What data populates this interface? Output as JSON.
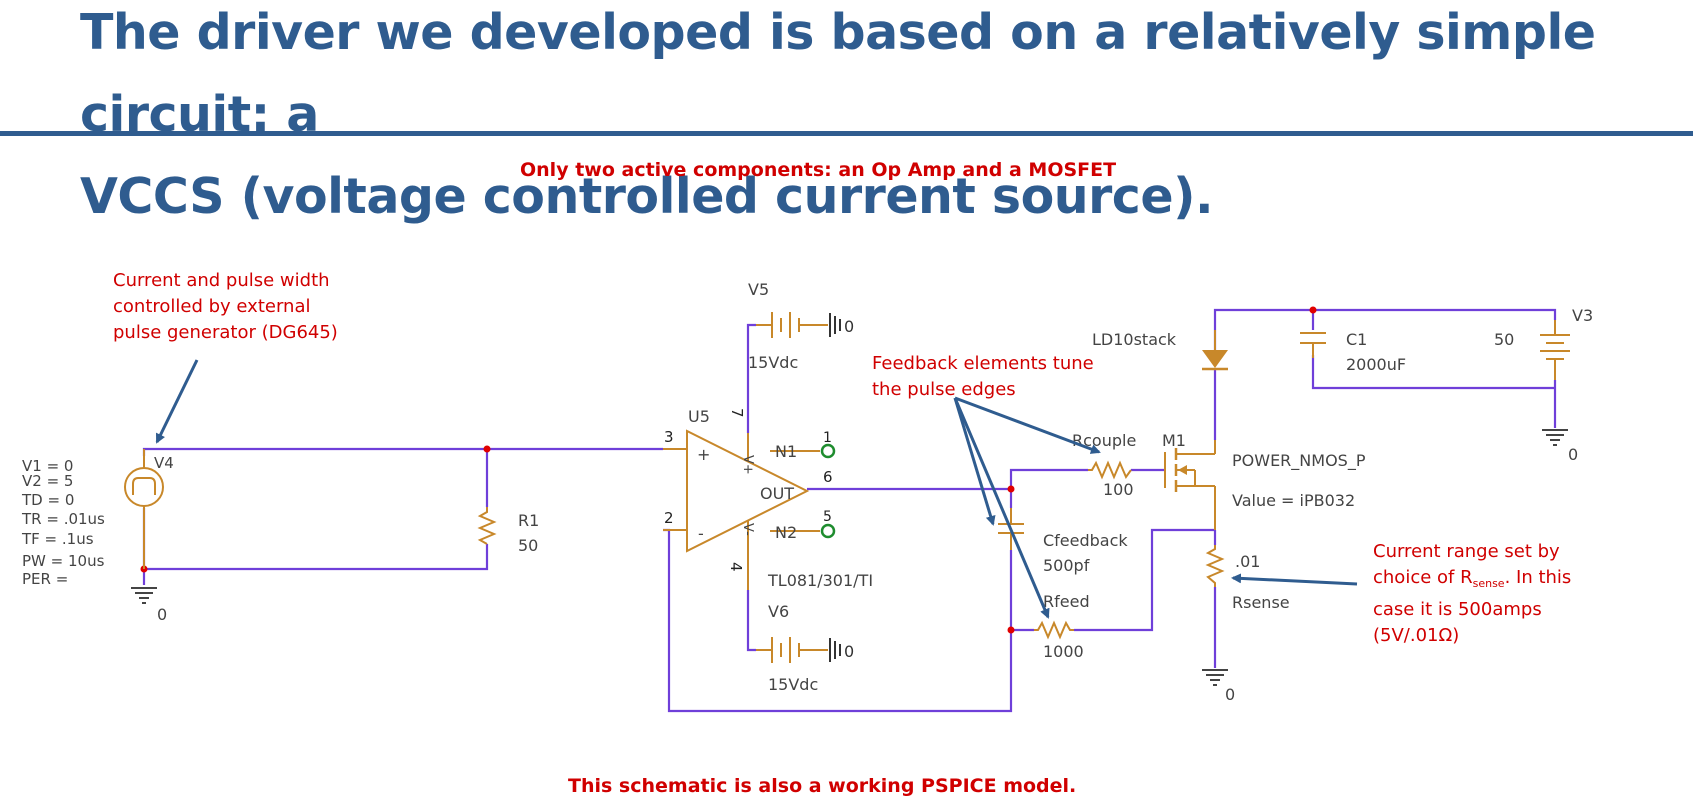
{
  "slide": {
    "title_line1": "The driver we developed is based on a relatively simple circuit: a",
    "title_line2": "VCCS (voltage controlled current source)."
  },
  "annotations": {
    "top_note": "Only two active components: an Op Amp and a MOSFET",
    "pulse_note": [
      "Current and pulse width",
      "controlled by external",
      "pulse generator (DG645)"
    ],
    "feedback_note": [
      "Feedback elements tune",
      "the pulse edges"
    ],
    "rsense_note": {
      "line1": "Current range set by",
      "line2_pre": "choice of R",
      "line2_sub": "sense",
      "line2_post": ". In this",
      "line3": "case it is 500amps",
      "line4": "(5V/.01Ω)"
    },
    "bottom_note": "This schematic is also a working PSPICE model."
  },
  "schematic": {
    "v4": {
      "name": "V4",
      "params": [
        "V1 = 0",
        "V2 = 5",
        "TD = 0",
        "TR = .01us",
        "TF = .1us",
        "PW = 10us",
        "PER ="
      ]
    },
    "r1": {
      "name": "R1",
      "value": "50"
    },
    "u5": {
      "name": "U5",
      "part": "TL081/301/TI",
      "pins": {
        "p3": "3",
        "p2": "2",
        "p7": "7",
        "p4": "4",
        "p6": "6",
        "p1": "1",
        "p5": "5"
      },
      "labels": {
        "out": "OUT",
        "n1": "N1",
        "n2": "N2",
        "vplus": "V+",
        "vminus": "V-",
        "plus": "+",
        "minus": "-"
      }
    },
    "v5": {
      "name": "V5",
      "value": "15Vdc"
    },
    "v6": {
      "name": "V6",
      "value": "15Vdc"
    },
    "rcouple": {
      "name": "Rcouple",
      "value": "100"
    },
    "cfeedback": {
      "name": "Cfeedback",
      "value": "500pf"
    },
    "rfeed": {
      "name": "Rfeed",
      "value": "1000"
    },
    "m1": {
      "name": "M1",
      "model": "POWER_NMOS_P",
      "value": "Value = iPB032"
    },
    "ld": {
      "name": "LD10stack"
    },
    "c1": {
      "name": "C1",
      "value": "2000uF"
    },
    "v3": {
      "name": "V3",
      "value": "50"
    },
    "rsense": {
      "name": "Rsense",
      "value": ".01"
    },
    "ground_label": "0"
  },
  "colors": {
    "title": "#2F5C8F",
    "annotation": "#D00000",
    "wire": "#6F3FD9",
    "component": "#C8882A",
    "arrow": "#2F5C8F",
    "junction": "#E00000",
    "pin": "#1E8C2E"
  }
}
